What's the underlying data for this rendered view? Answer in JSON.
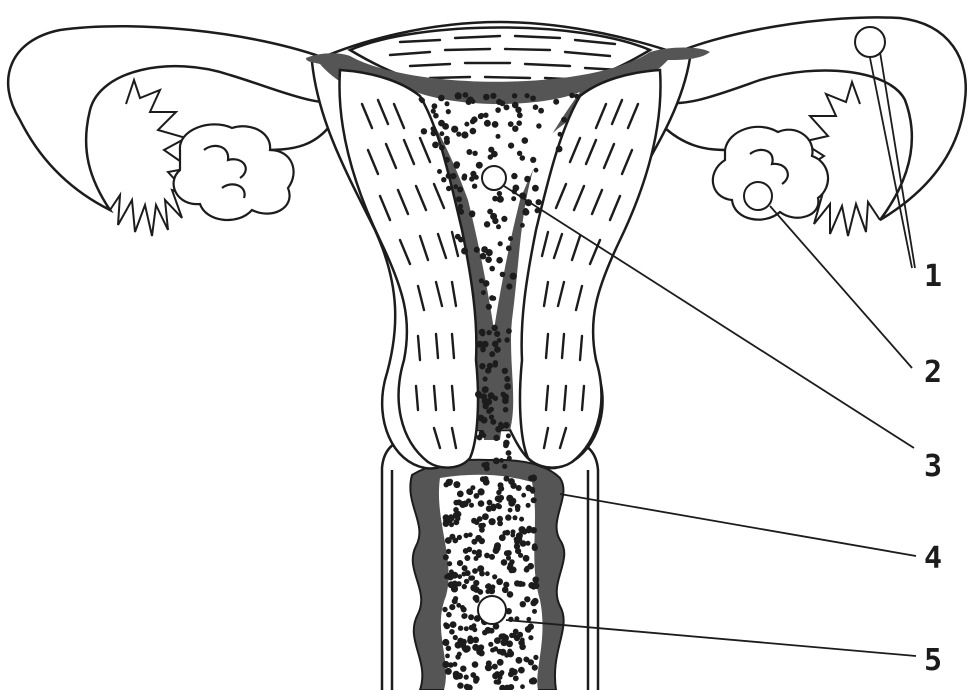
{
  "labels": {
    "l1": "1",
    "l2": "2",
    "l3": "3",
    "l4": "4",
    "l5": "5"
  },
  "colors": {
    "ink": "#1c1c1c",
    "wall": "#555555",
    "paper": "#ffffff"
  }
}
